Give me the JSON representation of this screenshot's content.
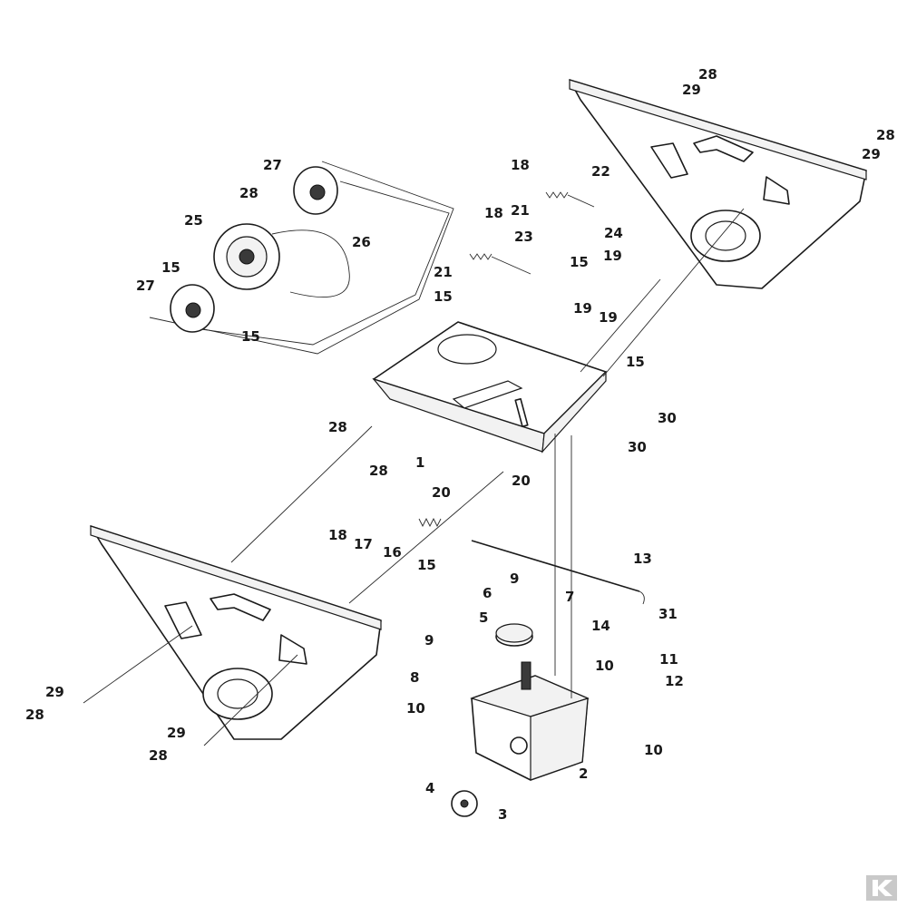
{
  "callouts": {
    "c28a": "28",
    "c29a": "29",
    "c28b": "28",
    "c29b": "29",
    "c27a": "27",
    "c28c": "28",
    "c25": "25",
    "c26": "26",
    "c15a": "15",
    "c27b": "27",
    "c15b": "15",
    "c18a": "18",
    "c22": "22",
    "c21a": "21",
    "c24": "24",
    "c18b": "18",
    "c23": "23",
    "c19a": "19",
    "c15c": "15",
    "c21b": "21",
    "c15d": "15",
    "c19b": "19",
    "c19c": "19",
    "c15e": "15",
    "c30a": "30",
    "c30b": "30",
    "c28d": "28",
    "c28e": "28",
    "c1": "1",
    "c20a": "20",
    "c20b": "20",
    "c18c": "18",
    "c17": "17",
    "c16": "16",
    "c15f": "15",
    "c13": "13",
    "c9a": "9",
    "c6": "6",
    "c7": "7",
    "c14": "14",
    "c31": "31",
    "c5": "5",
    "c9b": "9",
    "c10a": "10",
    "c8": "8",
    "c11": "11",
    "c12": "12",
    "c10b": "10",
    "c10c": "10",
    "c2": "2",
    "c4": "4",
    "c3": "3",
    "c29c": "29",
    "c28f": "28",
    "c29d": "29",
    "c28g": "28"
  },
  "icons": {
    "logo": "kramp-k-logo"
  },
  "colors": {
    "line": "#1a1a1a",
    "logo": "#c9c9c9"
  }
}
